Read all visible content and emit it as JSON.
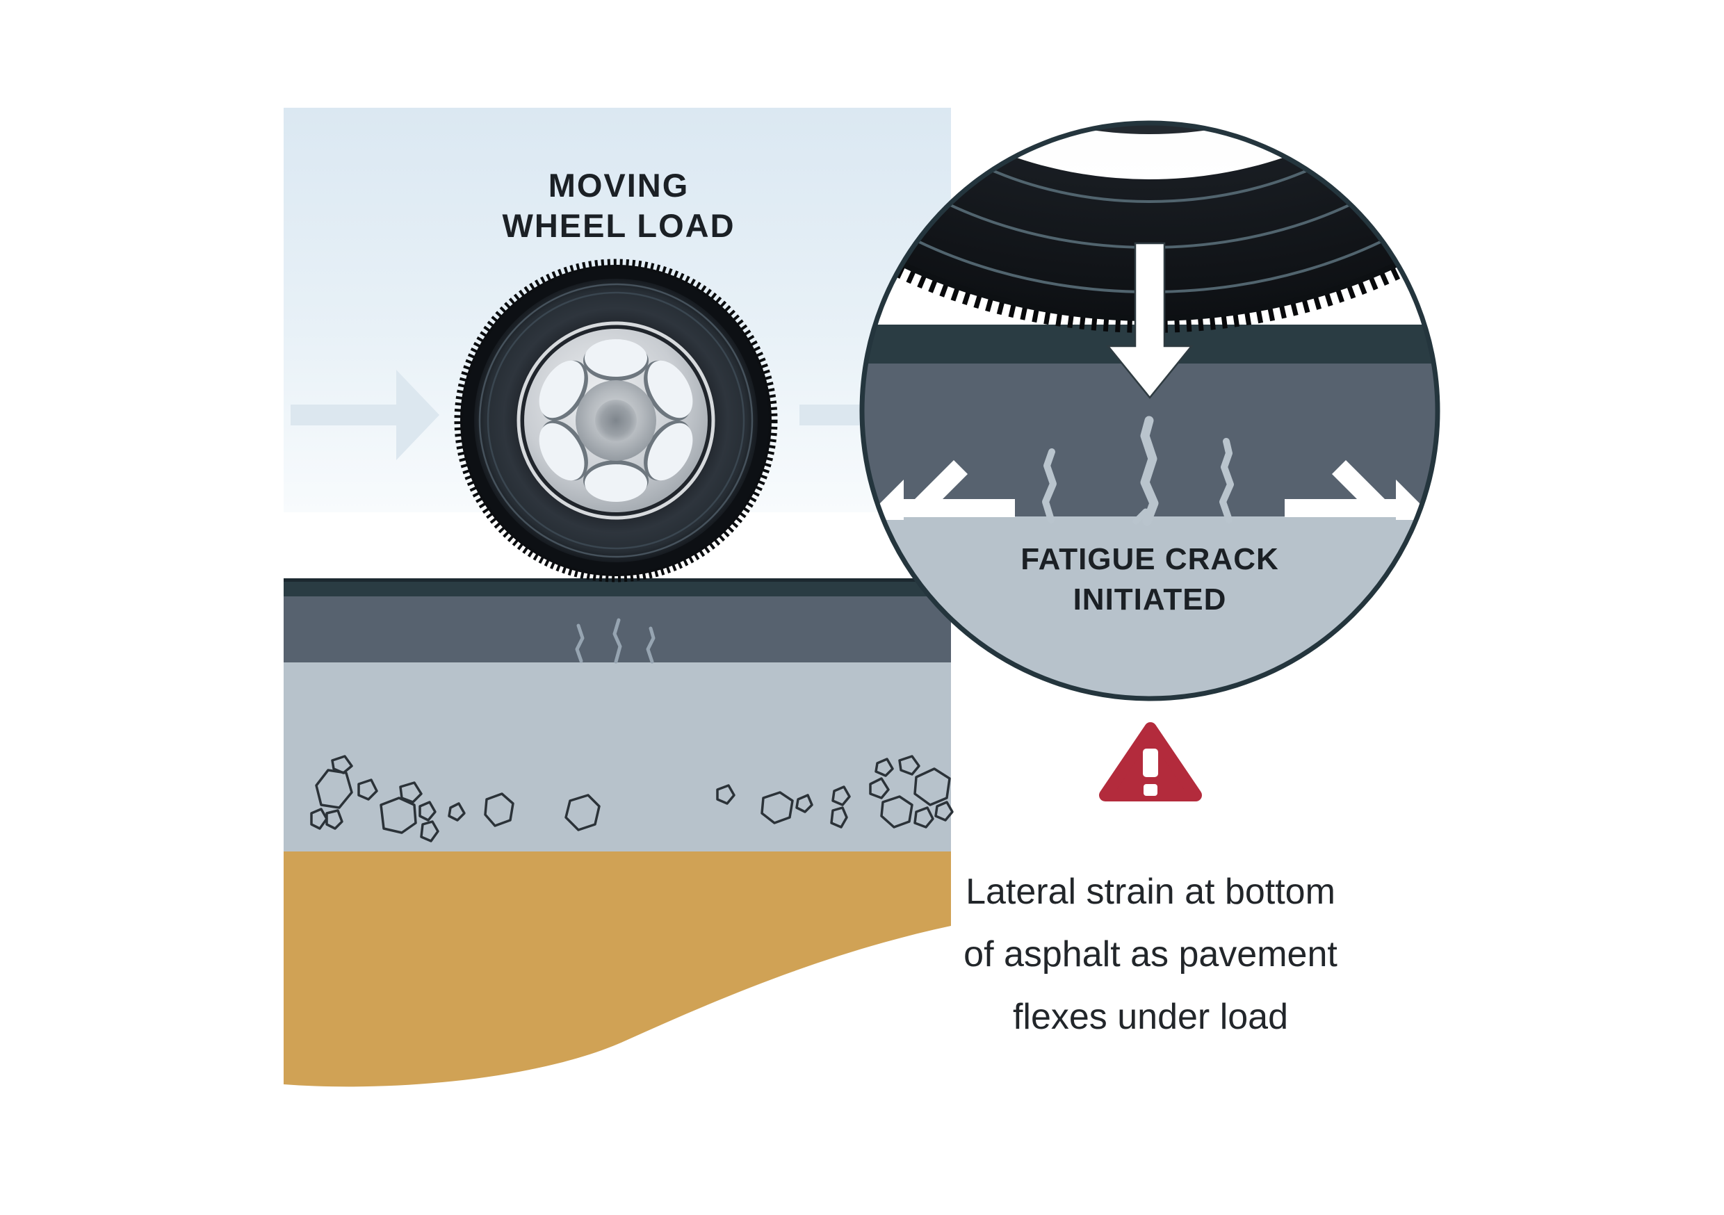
{
  "title": {
    "line1": "MOVING",
    "line2": "WHEEL LOAD"
  },
  "magnifier": {
    "label_line1": "FATIGUE CRACK",
    "label_line2": "INITIATED"
  },
  "warning": {
    "caption_line1": "Lateral strain at bottom",
    "caption_line2": "of asphalt as pavement",
    "caption_line3": "flexes under load"
  },
  "icons": {
    "flow": "right-arrow-icon",
    "load": "down-arrow-icon",
    "lateral_strain_left": "bent-left-arrow-icon",
    "lateral_strain_right": "bent-right-arrow-icon",
    "warning": "warning-triangle-icon",
    "wheel": "tire-wheel-icon",
    "closeup": "magnifier-circle-icon"
  },
  "colors": {
    "paper": "#ffffff",
    "sky-top": "#dbe8f2",
    "sky-bottom": "#f7fafc",
    "flow-arrow": "#dce7ef",
    "surface": "#2a3c43",
    "surface-edge": "#1c2930",
    "asphalt": "#57626f",
    "base": "#b7c2cb",
    "subgrade": "#d0a255",
    "stone-outline": "#2b3238",
    "crack-small": "#96a4b1",
    "crack-light": "#b9c4cd",
    "circle-stroke": "#24353d",
    "white": "#ffffff",
    "warning-red": "#b32b3c",
    "ink": "#1b2025"
  }
}
